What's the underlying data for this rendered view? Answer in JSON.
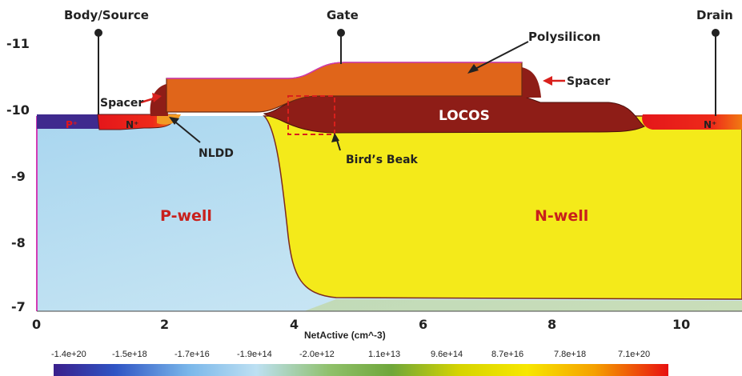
{
  "terminals": {
    "body_source": "Body/Source",
    "gate": "Gate",
    "drain": "Drain"
  },
  "regions": {
    "polysilicon": "Polysilicon",
    "spacer_left": "Spacer",
    "spacer_right": "Spacer",
    "locos": "LOCOS",
    "nldd": "NLDD",
    "birds_beak": "Bird’s Beak",
    "p_well": "P-well",
    "n_well": "N-well",
    "p_plus": "P⁺",
    "n_plus_source": "N⁺",
    "n_plus_drain": "N⁺"
  },
  "x_axis": {
    "label": "NetActive (cm^-3)",
    "ticks": [
      "0",
      "2",
      "4",
      "6",
      "8",
      "10"
    ]
  },
  "y_axis": {
    "ticks": [
      "-11",
      "-10",
      "-9",
      "-8",
      "-7"
    ]
  },
  "colorbar": {
    "labels": [
      "-1.4e+20",
      "-1.5e+18",
      "-1.7e+16",
      "-1.9e+14",
      "-2.0e+12",
      "1.1e+13",
      "9.6e+14",
      "8.7e+16",
      "7.8e+18",
      "7.1e+20"
    ],
    "colors": [
      "#3a1f8c",
      "#2f54c4",
      "#7ab7ea",
      "#bde0f2",
      "#8fc06a",
      "#6fa63a",
      "#d6d400",
      "#f7e700",
      "#f5a000",
      "#e81010"
    ]
  },
  "colors": {
    "p_well": "#b7dcef",
    "n_well": "#f4ea1a",
    "polysilicon": "#e0651a",
    "locos": "#8e1d17",
    "n_plus": "#e4161a",
    "p_plus": "#3f2a8e",
    "label_red": "#c8201c"
  }
}
